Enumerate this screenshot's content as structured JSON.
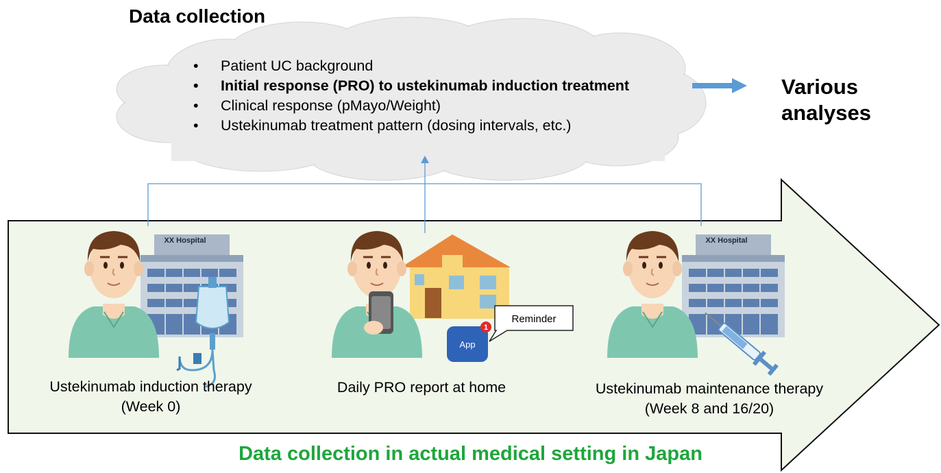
{
  "title": "Data collection",
  "bullets": [
    "Patient UC background",
    "Initial response (PRO) to ustekinumab induction treatment",
    "Clinical response (pMayo/Weight)",
    "Ustekinumab treatment pattern (dosing intervals, etc.)"
  ],
  "analyses": {
    "line1": "Various",
    "line2": "analyses"
  },
  "scenes": [
    {
      "caption_line1": "Ustekinumab induction therapy",
      "caption_line2": "(Week 0)",
      "hospital_sign": "XX Hospital"
    },
    {
      "caption_line1": "Daily PRO report at home",
      "reminder": "Reminder",
      "app_label": "App",
      "badge": "1"
    },
    {
      "caption_line1": "Ustekinumab maintenance therapy",
      "caption_line2": "(Week 8 and 16/20)",
      "hospital_sign": "XX Hospital"
    }
  ],
  "footer": "Data collection in actual medical setting in Japan",
  "colors": {
    "cloud": "#ebebeb",
    "big_arrow_fill": "#f0f6ea",
    "footer_green": "#1ea63c",
    "connector_blue": "#5b9bd5",
    "shirt": "#7ec7ae",
    "skin": "#f7d5b5",
    "hair": "#6a3c1d"
  },
  "icons": [
    "cloud-shape",
    "right-arrow-icon",
    "person-icon",
    "hospital-icon",
    "iv-drip-icon",
    "house-icon",
    "smartphone-icon",
    "app-icon",
    "syringe-icon"
  ]
}
